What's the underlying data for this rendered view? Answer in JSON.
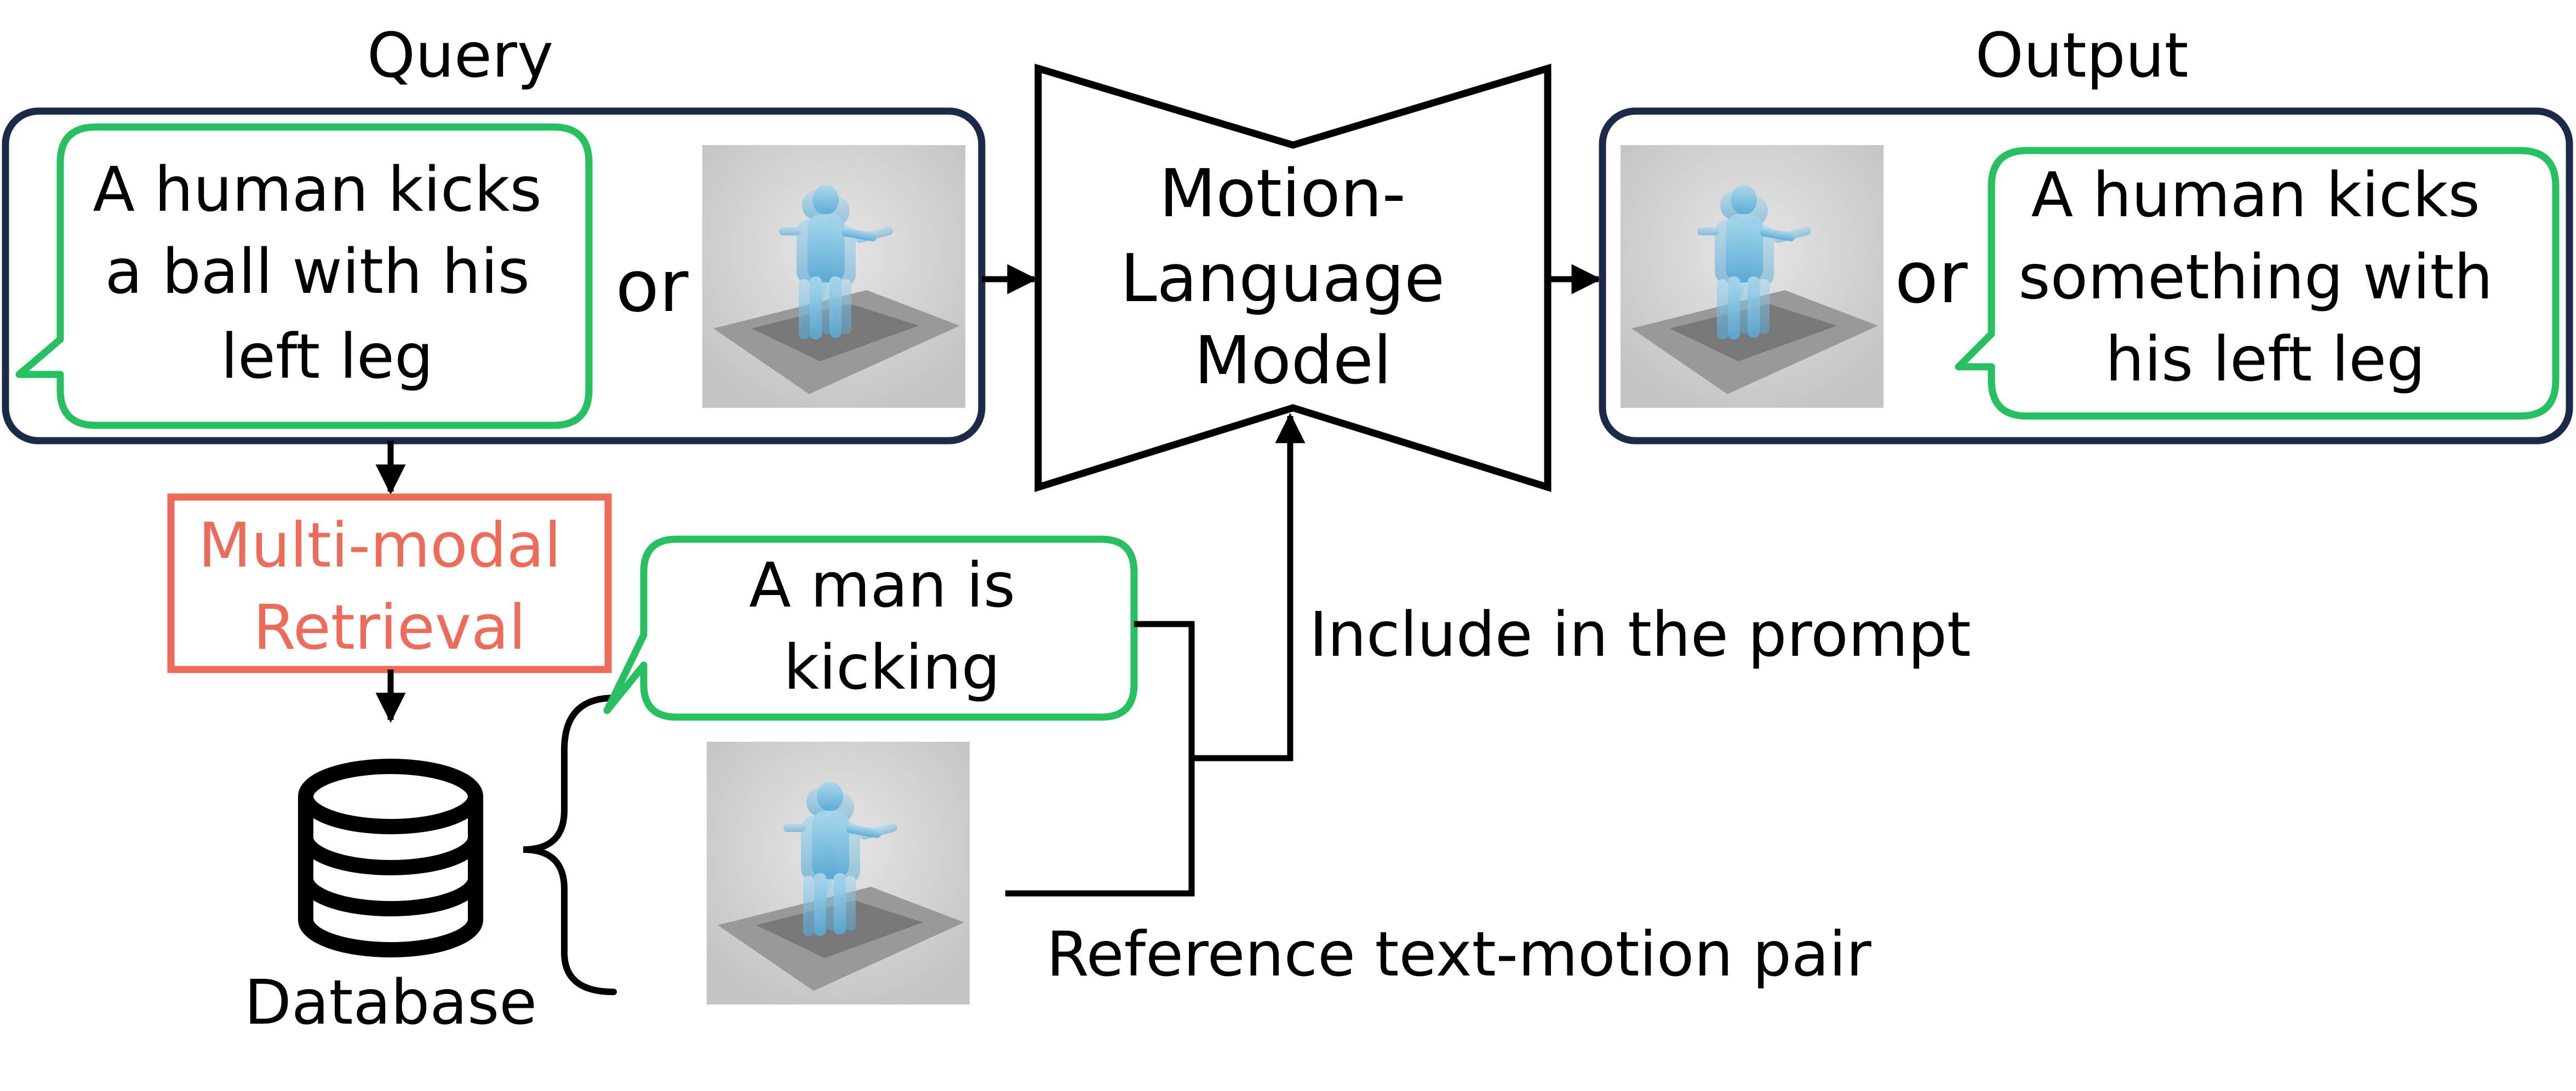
{
  "query": {
    "title": "Query",
    "text_lines": [
      "A human kicks",
      "a ball with his",
      "left leg"
    ],
    "or_label": "or"
  },
  "model": {
    "label_lines": [
      "Motion-",
      "Language",
      "Model"
    ]
  },
  "output": {
    "title": "Output",
    "or_label": "or",
    "text_lines": [
      "A human kicks",
      "something with",
      "his left leg"
    ]
  },
  "retrieval": {
    "label_lines": [
      "Multi-modal",
      "Retrieval"
    ]
  },
  "database": {
    "label": "Database",
    "icon": "database-icon"
  },
  "reference": {
    "text_lines": [
      "A man is",
      "kicking"
    ],
    "pair_label": "Reference text-motion pair"
  },
  "prompt_label": "Include in the prompt",
  "colors": {
    "navy_border": "#1c2a4a",
    "speech_green": "#27c060",
    "retrieval_red": "#ee6b5a",
    "figure_blue": "#7cc3e4",
    "render_bg": "#cfcfcf",
    "platform": "#8a8a8a"
  }
}
